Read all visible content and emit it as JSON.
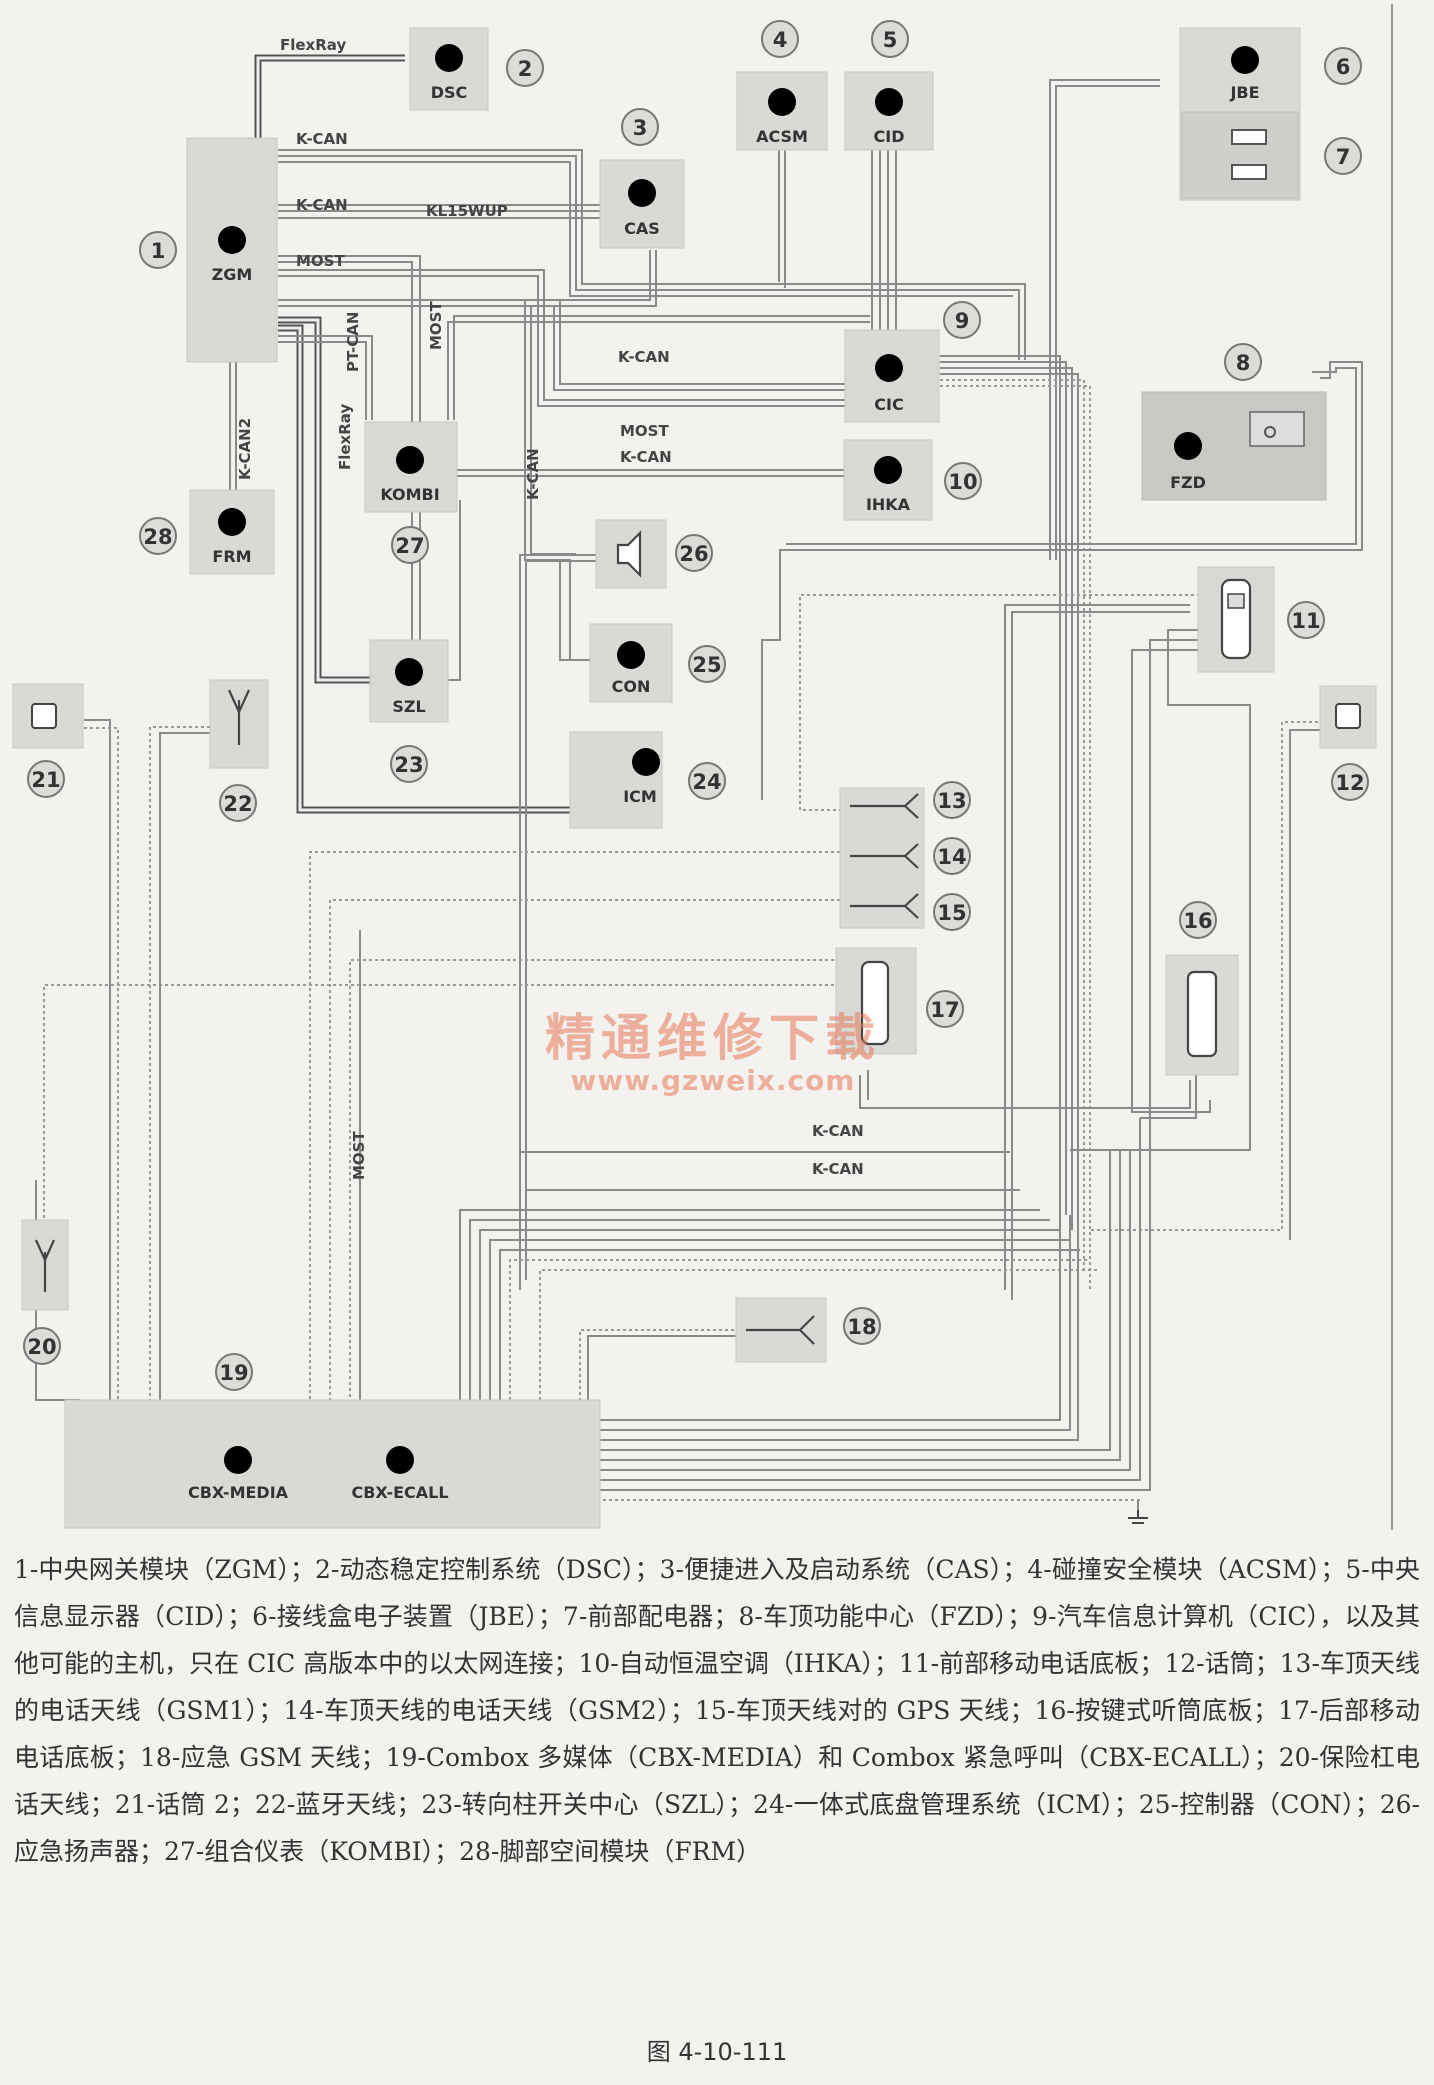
{
  "modules": {
    "zgm": "ZGM",
    "dsc": "DSC",
    "cas": "CAS",
    "acsm": "ACSM",
    "cid": "CID",
    "jbe": "JBE",
    "cic": "CIC",
    "fzd": "FZD",
    "ihka": "IHKA",
    "kombi": "KOMBI",
    "frm": "FRM",
    "szl": "SZL",
    "con": "CON",
    "icm": "ICM",
    "cbx_media": "CBX-MEDIA",
    "cbx_ecall": "CBX-ECALL"
  },
  "numbers": [
    "1",
    "2",
    "3",
    "4",
    "5",
    "6",
    "7",
    "8",
    "9",
    "10",
    "11",
    "12",
    "13",
    "14",
    "15",
    "16",
    "17",
    "18",
    "19",
    "20",
    "21",
    "22",
    "23",
    "24",
    "25",
    "26",
    "27",
    "28"
  ],
  "bus_labels": {
    "flexray_top": "FlexRay",
    "kcan_1": "K-CAN",
    "kcan_2": "K-CAN",
    "kl15wup": "KL15WUP",
    "most_1": "MOST",
    "ptcan": "PT-CAN",
    "most_2": "MOST",
    "kcan2": "K-CAN2",
    "flexray_2": "FlexRay",
    "kcan_3": "K-CAN",
    "kcan_cic": "K-CAN",
    "most_3": "MOST",
    "kcan_ihka": "K-CAN",
    "most_bottom": "MOST",
    "kcan_bottom_1": "K-CAN",
    "kcan_bottom_2": "K-CAN"
  },
  "watermark": {
    "title": "精通维修下载",
    "url": "www.gzweix.com"
  },
  "caption": "1-中央网关模块（ZGM）；2-动态稳定控制系统（DSC）；3-便捷进入及启动系统（CAS）；4-碰撞安全模块（ACSM）；5-中央信息显示器（CID）；6-接线盒电子装置（JBE）；7-前部配电器；8-车顶功能中心（FZD）；9-汽车信息计算机（CIC），以及其他可能的主机，只在 CIC 高版本中的以太网连接；10-自动恒温空调（IHKA）；11-前部移动电话底板；12-话筒；13-车顶天线的电话天线（GSM1）；14-车顶天线的电话天线（GSM2）；15-车顶天线对的 GPS 天线；16-按键式听筒底板；17-后部移动电话底板；18-应急 GSM 天线；19-Combox 多媒体（CBX-MEDIA）和 Combox 紧急呼叫（CBX-ECALL）；20-保险杠电话天线；21-话筒 2；22-蓝牙天线；23-转向柱开关中心（SZL）；24-一体式底盘管理系统（ICM）；25-控制器（CON）；26-应急扬声器；27-组合仪表（KOMBI）；28-脚部空间模块（FRM）",
  "figure": "图 4-10-111"
}
